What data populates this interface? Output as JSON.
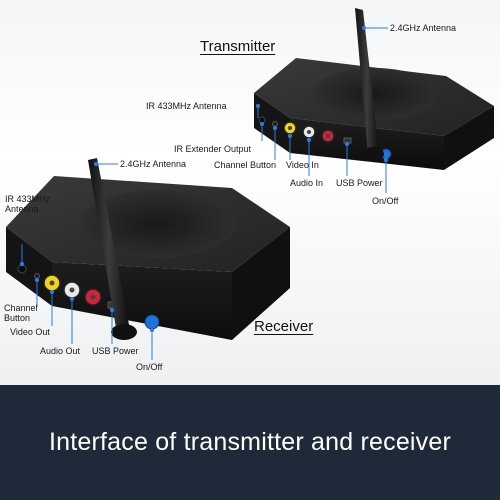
{
  "transmitter": {
    "title": "Transmitter",
    "labels": {
      "antenna_24": "2.4GHz Antenna",
      "ir_antenna": "IR 433MHz Antenna",
      "ir_extender": "IR Extender Output",
      "channel_button": "Channel Button",
      "video_in": "Video In",
      "audio_in": "Audio In",
      "usb_power": "USB Power",
      "on_off": "On/Off"
    }
  },
  "receiver": {
    "title": "Receiver",
    "labels": {
      "antenna_24": "2.4GHz Antenna",
      "ir_antenna_line1": "IR 433MHz",
      "ir_antenna_line2": "Antenna",
      "channel_button_line1": "Channel",
      "channel_button_line2": "Button",
      "video_out": "Video Out",
      "audio_out": "Audio Out",
      "usb_power": "USB Power",
      "on_off": "On/Off"
    }
  },
  "caption": "Interface of transmitter and receiver",
  "colors": {
    "device_body": "#1b1b1b",
    "port_yellow": "#f2d21a",
    "port_white": "#e8e8e8",
    "port_red": "#d4213a",
    "button_blue": "#1e73d8",
    "leader_blue": "#2a7de1",
    "banner": "#1e2a3a"
  }
}
